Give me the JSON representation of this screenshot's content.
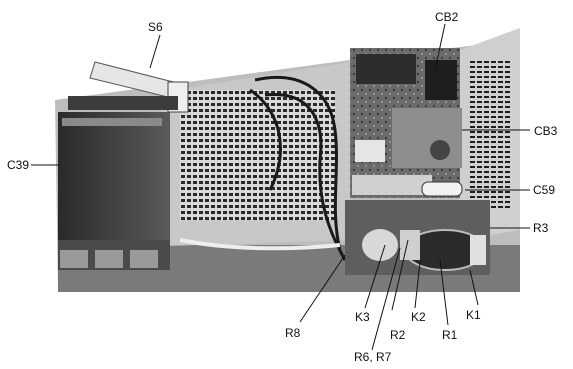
{
  "figure": {
    "callouts": {
      "s6": "S6",
      "cb2": "CB2",
      "cb3": "CB3",
      "c39": "C39",
      "c59": "C59",
      "r3": "R3",
      "r8": "R8",
      "k3": "K3",
      "r2": "R2",
      "k2": "K2",
      "r1": "R1",
      "k1": "K1",
      "r6_r7": "R6, R7"
    }
  }
}
